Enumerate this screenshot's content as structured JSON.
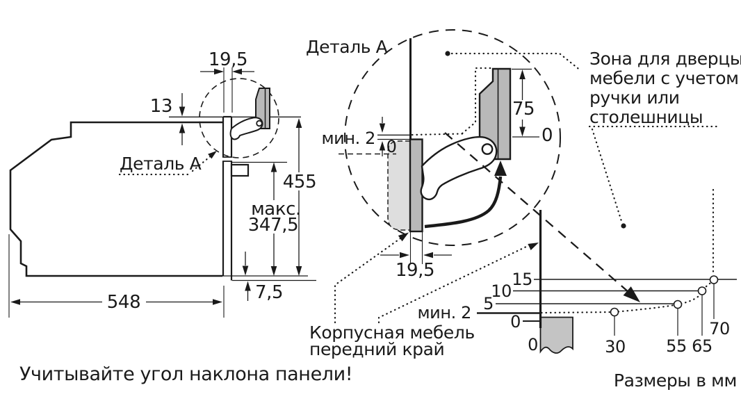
{
  "left": {
    "detail_label": "Деталь A",
    "dim_19_5": "19,5",
    "dim_13": "13",
    "dim_455": "455",
    "dim_max_line1": "макс.",
    "dim_max_line2": "347,5",
    "dim_7_5": "7,5",
    "dim_548": "548",
    "note": "Учитывайте угол наклона панели!"
  },
  "detail": {
    "title": "Деталь A",
    "dim_min2": "мин. 2",
    "dim_zero": "0",
    "dim_75": "75",
    "dim_75_zero": "0",
    "dim_19_5": "19,5"
  },
  "zone": {
    "lines": [
      "Зона для дверцы",
      "мебели с учетом",
      "ручки или",
      "столешницы"
    ]
  },
  "cabinet": {
    "lines": [
      "Корпусная мебель",
      "передний край"
    ]
  },
  "chart": {
    "y_tick_15": "15",
    "y_tick_10": "10",
    "y_tick_5": "5",
    "y_tick_min2": "мин. 2",
    "y_tick_0": "0",
    "x_origin_0": "0",
    "x_tick_30": "30",
    "x_tick_55": "55",
    "x_tick_65": "65",
    "x_tick_70": "70",
    "caption": "Размеры в мм"
  },
  "chart_data": {
    "type": "line",
    "x": [
      30,
      55,
      65,
      70
    ],
    "y": [
      2,
      5,
      10,
      15
    ],
    "x_ticks": [
      "0",
      "30",
      "55",
      "65",
      "70"
    ],
    "y_ticks": [
      "0",
      "мин. 2",
      "5",
      "10",
      "15"
    ],
    "xlim": [
      0,
      75
    ],
    "ylim": [
      0,
      17
    ],
    "marker": "open-circle",
    "curve_style": "dotted",
    "units": "мм",
    "caption": "Размеры в мм"
  },
  "colors": {
    "line": "#1a1a1a",
    "panel_gray": "#b9b9b9",
    "ghost_gray": "#dedede",
    "chart_gray": "#c4c4c4",
    "background": "#ffffff"
  }
}
